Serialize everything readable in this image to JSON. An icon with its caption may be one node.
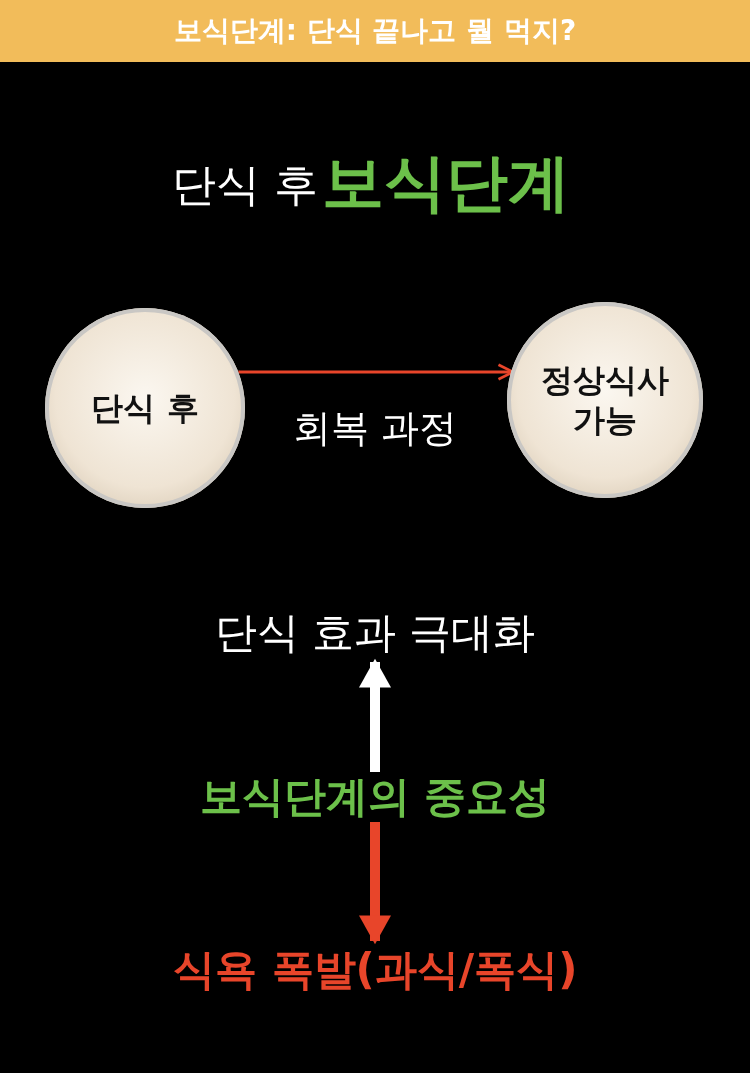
{
  "diagram": {
    "title": "보식단계: 단식 끝나고 뭘 먹지?",
    "nodes": [
      {
        "text": [
          "단식 후"
        ]
      },
      {
        "text": [
          "정상식사 가능"
        ]
      },
      {
        "text": [
          "단식 효과 극대화"
        ]
      },
      {
        "text": [
          "보식단계의 중요성"
        ]
      },
      {
        "text": [
          "식욕 폭발(과식/폭식)"
        ]
      }
    ],
    "edges": [
      {
        "from": 0,
        "to": 1,
        "arrow": "to",
        "label": "회복 과정",
        "color": "#e8452a"
      },
      {
        "from": 3,
        "to": 2,
        "arrow": "to",
        "color": "#ffffff"
      },
      {
        "from": 3,
        "to": 4,
        "arrow": "to",
        "color": "#e8452a"
      }
    ],
    "labels": [
      "단식 후",
      "보식단계"
    ]
  }
}
